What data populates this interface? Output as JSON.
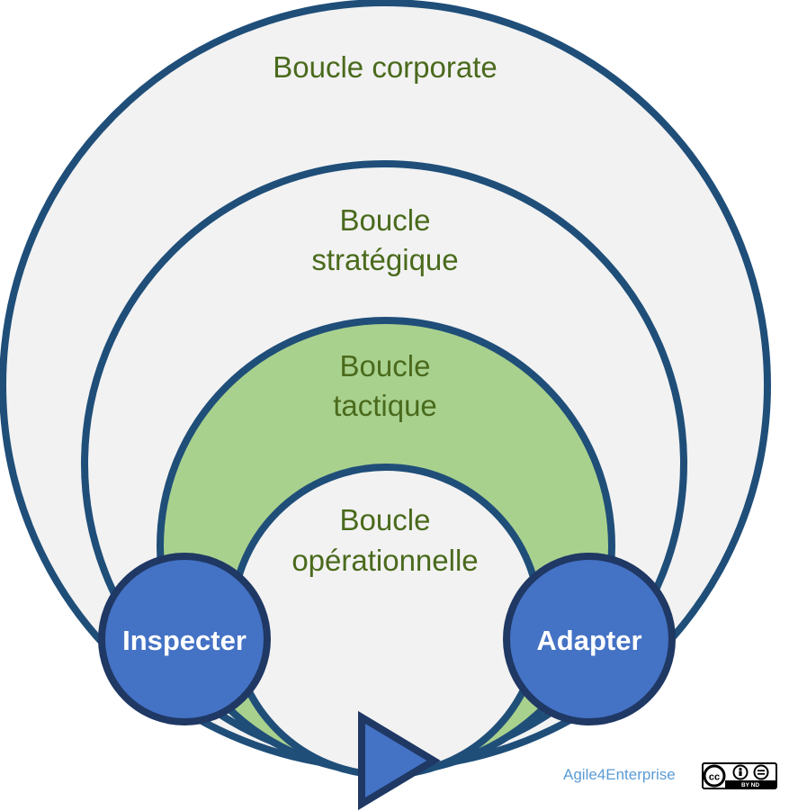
{
  "loops": {
    "corporate": {
      "line1": "Boucle corporate"
    },
    "strategic": {
      "line1": "Boucle",
      "line2": "stratégique"
    },
    "tactical": {
      "line1": "Boucle",
      "line2": "tactique"
    },
    "operational": {
      "line1": "Boucle",
      "line2": "opérationnelle"
    }
  },
  "nodes": {
    "inspect": "Inspecter",
    "adapt": "Adapter"
  },
  "footer": {
    "credit": "Agile4Enterprise",
    "license_text": "BY ND"
  },
  "colors": {
    "outline": "#1f4e79",
    "loop_fill": "#f2f2f2",
    "tactical_fill": "#a9d18e",
    "node_fill": "#4472c4",
    "label_text": "#4a6a1c"
  }
}
